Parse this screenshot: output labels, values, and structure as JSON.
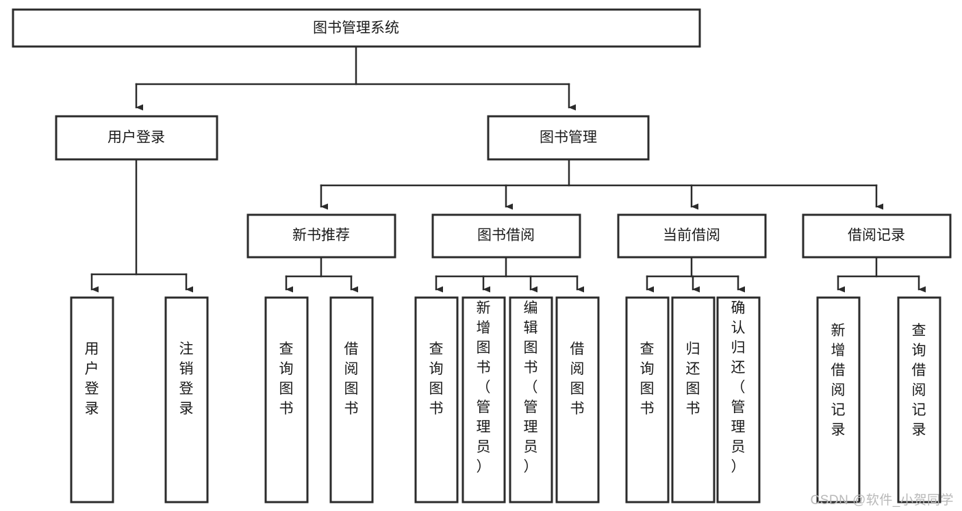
{
  "diagram": {
    "type": "tree",
    "title": "图书管理系统",
    "watermark": "CSDN @软件_小贺同学",
    "colors": {
      "box_stroke": "#2b2b2b",
      "box_fill": "#ffffff",
      "edge": "#2b2b2b",
      "text": "#1a1a1a",
      "watermark": "#b8b8b8",
      "background": "#ffffff"
    },
    "levels": {
      "root": {
        "label": "图书管理系统"
      },
      "level2": [
        {
          "label": "用户登录"
        },
        {
          "label": "图书管理"
        }
      ],
      "level3": [
        {
          "label": "新书推荐"
        },
        {
          "label": "图书借阅"
        },
        {
          "label": "当前借阅"
        },
        {
          "label": "借阅记录"
        }
      ],
      "leaves": {
        "user_login": [
          {
            "label": "用户登录"
          },
          {
            "label": "注销登录"
          }
        ],
        "new_book_recommend": [
          {
            "label": "查询图书"
          },
          {
            "label": "借阅图书"
          }
        ],
        "book_borrow": [
          {
            "label": "查询图书"
          },
          {
            "label": "新增图书（管理员）"
          },
          {
            "label": "编辑图书（管理员）"
          },
          {
            "label": "借阅图书"
          }
        ],
        "current_borrow": [
          {
            "label": "查询图书"
          },
          {
            "label": "归还图书"
          },
          {
            "label": "确认归还（管理员）"
          }
        ],
        "borrow_record": [
          {
            "label": "新增借阅记录"
          },
          {
            "label": "查询借阅记录"
          }
        ]
      }
    }
  }
}
